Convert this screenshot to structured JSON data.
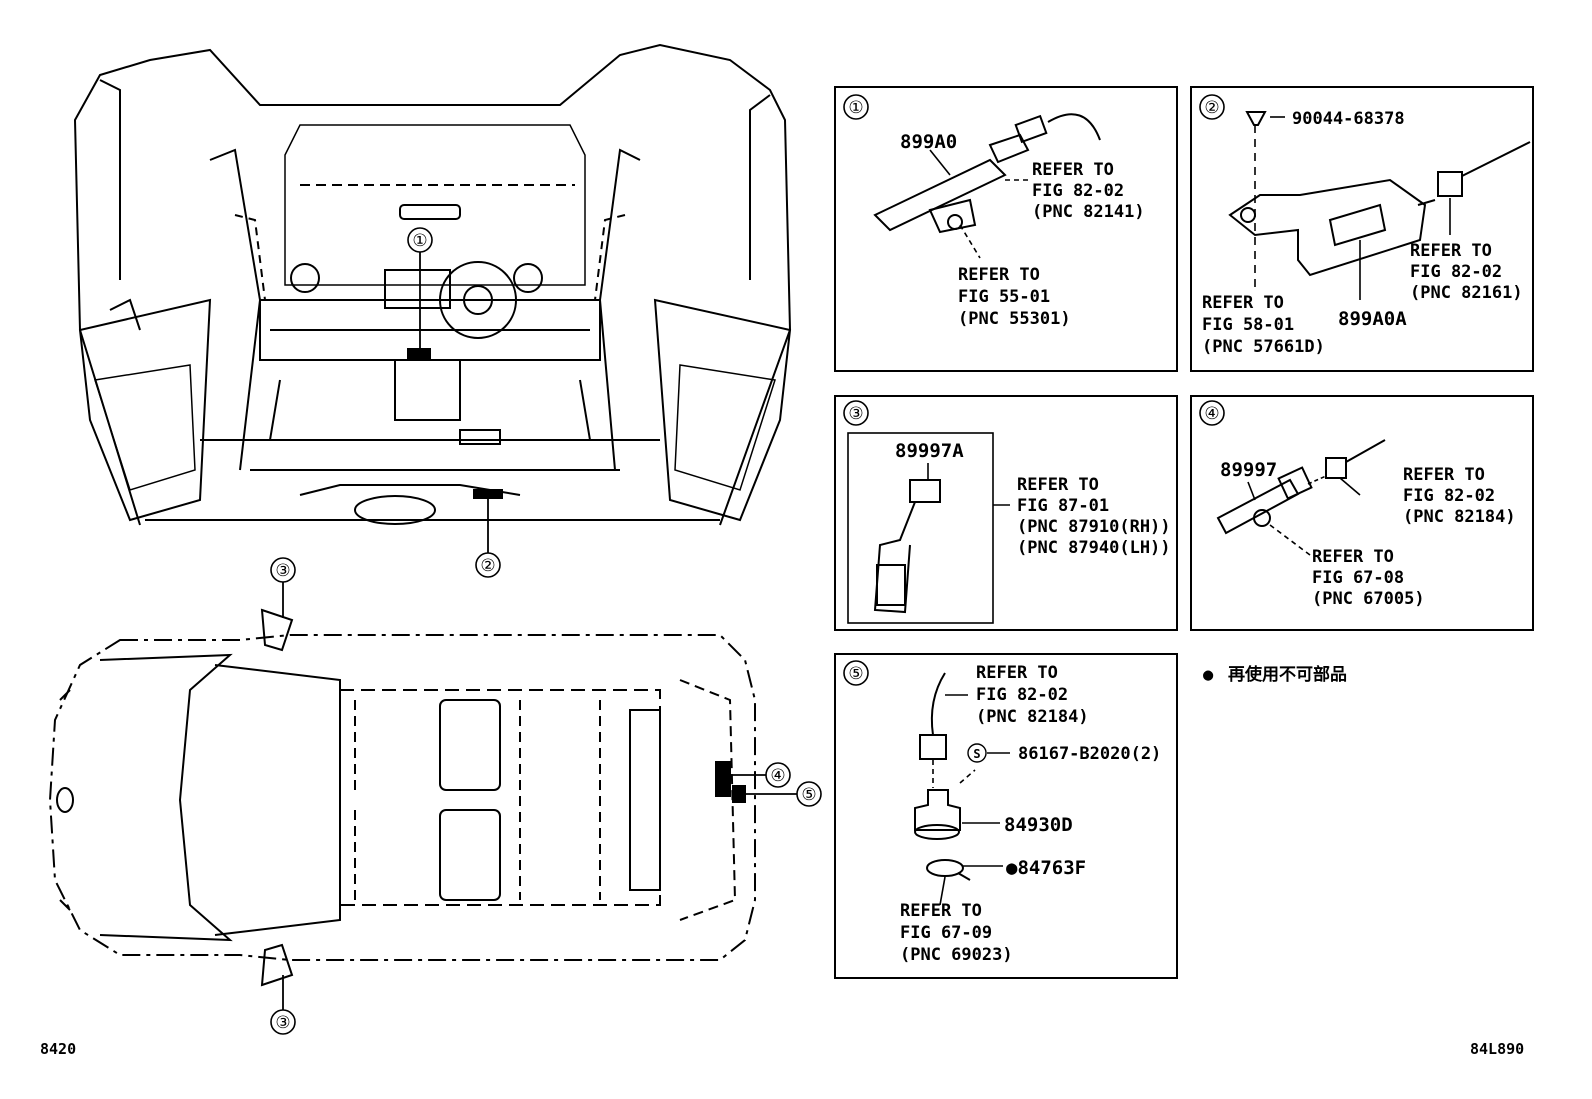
{
  "callouts": [
    "①",
    "②",
    "③",
    "④",
    "⑤"
  ],
  "panels": {
    "p1": {
      "num": "①",
      "part": "899A0",
      "refA": [
        "REFER TO",
        "FIG 82-02",
        "(PNC 82141)"
      ],
      "refB": [
        "REFER TO",
        "FIG 55-01",
        "(PNC 55301)"
      ]
    },
    "p2": {
      "num": "②",
      "bolt": "90044-68378",
      "part": "899A0A",
      "refA": [
        "REFER TO",
        "FIG 82-02",
        "(PNC 82161)"
      ],
      "refB": [
        "REFER TO",
        "FIG 58-01",
        "(PNC 57661D)"
      ]
    },
    "p3": {
      "num": "③",
      "part": "89997A",
      "ref": [
        "REFER TO",
        "FIG 87-01",
        "(PNC 87910(RH))",
        "(PNC 87940(LH))"
      ]
    },
    "p4": {
      "num": "④",
      "part": "89997",
      "refA": [
        "REFER TO",
        "FIG 82-02",
        "(PNC 82184)"
      ],
      "refB": [
        "REFER TO",
        "FIG 67-08",
        "(PNC 67005)"
      ]
    },
    "p5": {
      "num": "⑤",
      "refA": [
        "REFER TO",
        "FIG 82-02",
        "(PNC 82184)"
      ],
      "screw_mark": "S",
      "screw": "86167-B2020(2)",
      "socket": "84930D",
      "gasket": "●84763F",
      "refB": [
        "REFER TO",
        "FIG 67-09",
        "(PNC 69023)"
      ]
    }
  },
  "legend": {
    "bullet": "●",
    "text": "再使用不可部品"
  },
  "footer": {
    "left": "8420",
    "right": "84L890"
  }
}
